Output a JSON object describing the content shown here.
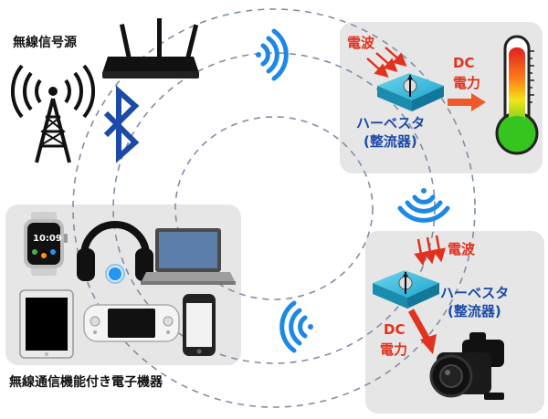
{
  "labels": {
    "source": "無線信号源",
    "devices": "無線通信機能付き電子機器",
    "radio_wave_top": "電波",
    "radio_wave_bottom": "電波",
    "dc_top_1": "DC",
    "dc_top_2": "電力",
    "dc_bottom_1": "DC",
    "dc_bottom_2": "電力",
    "harvester_top_1": "ハーベスタ",
    "harvester_top_2": "(整流器)",
    "harvester_bottom_1": "ハーベスタ",
    "harvester_bottom_2": "(整流器)"
  },
  "watch_time": "10:09",
  "colors": {
    "panel": "#e6e6e6",
    "accent_red": "#e0321e",
    "accent_blue": "#1b4aa8",
    "wave_blue": "#1e88e5",
    "chip_cyan": "#28b4d6",
    "dash_gray": "#7f8fa6"
  },
  "icons": [
    "router-icon",
    "antenna-tower-icon",
    "bluetooth-icon",
    "wifi-icon",
    "smartwatch-icon",
    "headphones-icon",
    "laptop-icon",
    "tablet-icon",
    "game-console-icon",
    "smartphone-icon",
    "thermometer-icon",
    "camera-icon",
    "harvester-chip-icon"
  ]
}
